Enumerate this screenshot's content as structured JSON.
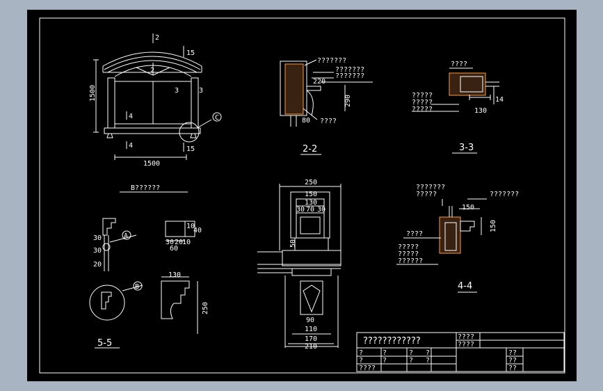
{
  "colors": {
    "frame_bg": "#a9b4c2",
    "paper": "#000000",
    "ink": "#ffffff",
    "hatch": "#ff9a3c",
    "accent": "#60c040",
    "title_block": "#ffffff"
  },
  "sections": {
    "s22": "2-2",
    "s33": "3-3",
    "s44": "4-4",
    "s55": "5-5",
    "elev_caption": "B??????"
  },
  "elevation": {
    "h": "1500",
    "w": "1500",
    "top_dim": "2",
    "rh15": "15",
    "arch_2": "2",
    "mark_3a": "3",
    "mark_3b": "3",
    "mark_4a": "4",
    "mark_4b": "4",
    "rb15": "15",
    "callout_c": "C"
  },
  "detail22": {
    "n1": "???????",
    "n2": "???????",
    "n3": "???????",
    "d220": "220",
    "d290": "290",
    "d80": "80",
    "n4": "????"
  },
  "detail33": {
    "n1": "????",
    "n2": "?????",
    "n3": "?????",
    "n4": "?????",
    "d130": "130",
    "d14": "14"
  },
  "detail44": {
    "n1": "???????",
    "n2": "?????",
    "n3": "???????",
    "d150a": "150",
    "d150b": "150",
    "n4": "????",
    "n5": "?????",
    "n6": "?????",
    "n7": "??????"
  },
  "detail55": {
    "d30a": "30",
    "d30b": "30",
    "d20": "20",
    "call_a": "A",
    "call_b": "B",
    "s_d30": "30",
    "s_d20": "20",
    "s_d10": "10",
    "s_d60": "60",
    "s_d10b": "10",
    "s_d40": "40",
    "d130": "130",
    "d250": "250"
  },
  "column": {
    "d250": "250",
    "d150": "150",
    "d130": "130",
    "d30a": "30",
    "d70": "70",
    "d30b": "30",
    "d50": "50",
    "d90": "90",
    "d110": "110",
    "d170": "170",
    "d210": "210"
  },
  "title_block": {
    "project": "????????????",
    "r1a": "????",
    "r1b": "????",
    "c1": "?",
    "c2": "?",
    "c3": "?",
    "c4": "?",
    "c5": "?",
    "c6": "?",
    "c7": "?",
    "c8": "?",
    "c9": "????",
    "c10": "??",
    "c11": "??",
    "c12": "??"
  }
}
